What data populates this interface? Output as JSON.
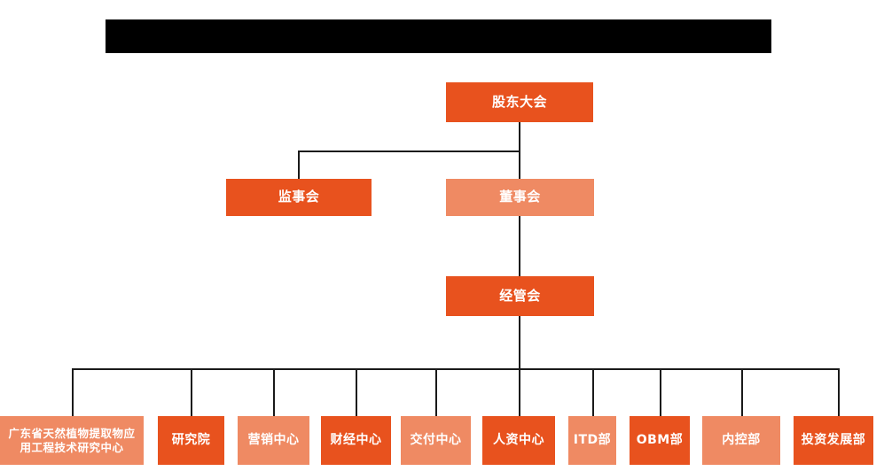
{
  "header": {
    "redaction_label": "",
    "redaction_color": "#000000"
  },
  "theme": {
    "background": "#ffffff",
    "node_dark": "#E8521E",
    "node_light": "#EF8A63",
    "connector": "#1a1a1a",
    "node_text": "#ffffff"
  },
  "chart_data": {
    "type": "diagram",
    "diagram_kind": "organization-chart",
    "orientation": "top-down",
    "title": "",
    "levels": [
      {
        "level": 1,
        "nodes": [
          {
            "id": "shareholders",
            "label": "股东大会",
            "color": "#E8521E",
            "shade": "dark"
          }
        ]
      },
      {
        "level": 2,
        "nodes": [
          {
            "id": "supervisors",
            "label": "监事会",
            "color": "#E8521E",
            "shade": "dark"
          },
          {
            "id": "directors",
            "label": "董事会",
            "color": "#EF8A63",
            "shade": "light"
          }
        ]
      },
      {
        "level": 3,
        "nodes": [
          {
            "id": "management",
            "label": "经管会",
            "color": "#E8521E",
            "shade": "dark"
          }
        ]
      },
      {
        "level": 4,
        "nodes": [
          {
            "id": "research-center",
            "label": "广东省天然植物提取物应\n用工程技术研究中心",
            "color": "#EF8A63",
            "shade": "light"
          },
          {
            "id": "institute",
            "label": "研究院",
            "color": "#E8521E",
            "shade": "dark"
          },
          {
            "id": "marketing-center",
            "label": "营销中心",
            "color": "#EF8A63",
            "shade": "light"
          },
          {
            "id": "finance-center",
            "label": "财经中心",
            "color": "#E8521E",
            "shade": "dark"
          },
          {
            "id": "delivery-center",
            "label": "交付中心",
            "color": "#EF8A63",
            "shade": "light"
          },
          {
            "id": "hr-center",
            "label": "人资中心",
            "color": "#E8521E",
            "shade": "dark"
          },
          {
            "id": "itd-dept",
            "label": "ITD部",
            "color": "#EF8A63",
            "shade": "light"
          },
          {
            "id": "obm-dept",
            "label": "OBM部",
            "color": "#E8521E",
            "shade": "dark"
          },
          {
            "id": "internal-control-dept",
            "label": "内控部",
            "color": "#EF8A63",
            "shade": "light"
          },
          {
            "id": "investment-dev-dept",
            "label": "投资发展部",
            "color": "#E8521E",
            "shade": "dark"
          }
        ]
      }
    ],
    "edges": [
      {
        "from": "shareholders",
        "to": "supervisors"
      },
      {
        "from": "shareholders",
        "to": "directors"
      },
      {
        "from": "directors",
        "to": "management"
      },
      {
        "from": "management",
        "to": "research-center"
      },
      {
        "from": "management",
        "to": "institute"
      },
      {
        "from": "management",
        "to": "marketing-center"
      },
      {
        "from": "management",
        "to": "finance-center"
      },
      {
        "from": "management",
        "to": "delivery-center"
      },
      {
        "from": "management",
        "to": "hr-center"
      },
      {
        "from": "management",
        "to": "itd-dept"
      },
      {
        "from": "management",
        "to": "obm-dept"
      },
      {
        "from": "management",
        "to": "internal-control-dept"
      },
      {
        "from": "management",
        "to": "investment-dev-dept"
      }
    ]
  }
}
